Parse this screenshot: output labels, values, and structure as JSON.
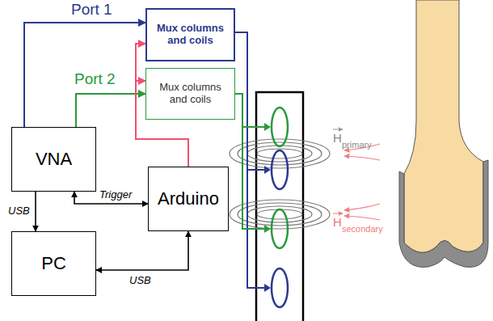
{
  "diagram": {
    "nodes": [
      {
        "text": [
          "Mux columns and coils"
        ]
      },
      {
        "text": [
          "Mux columns and coils"
        ]
      },
      {
        "text": [
          "VNA"
        ]
      },
      {
        "text": [
          "Arduino"
        ]
      },
      {
        "text": [
          "PC"
        ]
      }
    ],
    "edges": [
      {
        "from": 2,
        "to": 0,
        "arrow": "to",
        "label": "Port 1"
      },
      {
        "from": 2,
        "to": 1,
        "arrow": "to",
        "label": "Port 2"
      },
      {
        "from": 3,
        "to": 0,
        "arrow": "to"
      },
      {
        "from": 3,
        "to": 1,
        "arrow": "to"
      },
      {
        "from": 2,
        "to": 3,
        "arrow": "both",
        "label": "Trigger"
      },
      {
        "from": 2,
        "to": 4,
        "arrow": "to",
        "label": "USB"
      },
      {
        "from": 4,
        "to": 3,
        "arrow": "both",
        "label": "USB"
      }
    ],
    "labels": [
      "H",
      "primary",
      "H",
      "secondary"
    ]
  }
}
